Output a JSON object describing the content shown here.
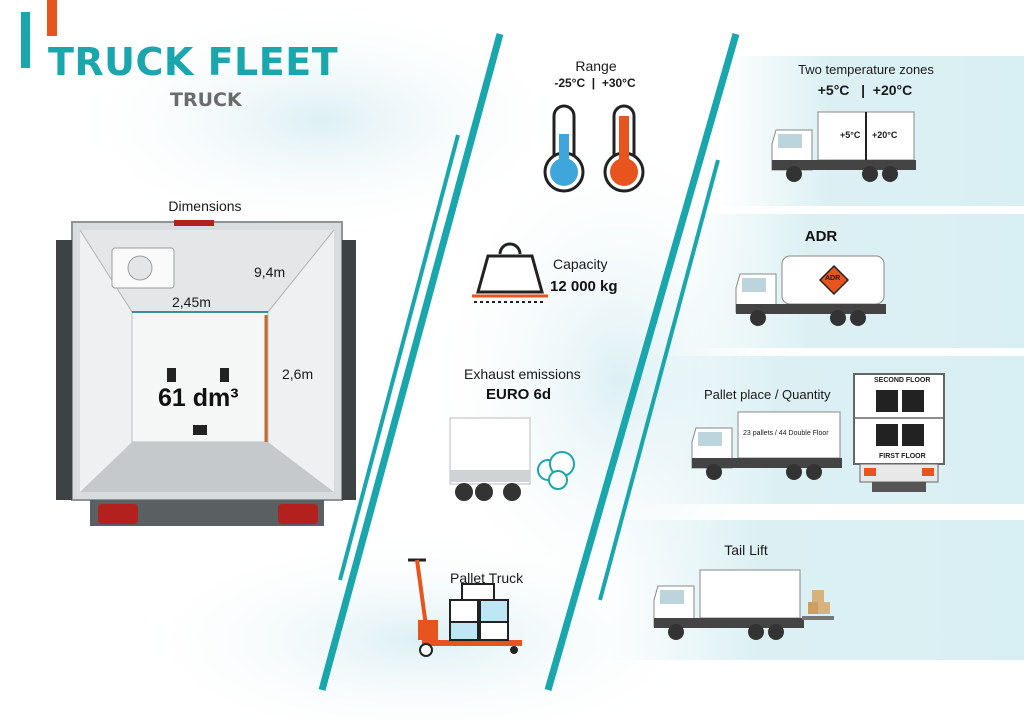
{
  "header": {
    "title": "TRUCK FLEET",
    "subtitle": "TRUCK"
  },
  "dimensions": {
    "label": "Dimensions",
    "length": "9,4m",
    "width": "2,45m",
    "height": "2,6m",
    "volume": "61 dm³"
  },
  "range": {
    "label": "Range",
    "values": "-25°C  |  +30°C"
  },
  "capacity": {
    "label": "Capacity",
    "value": "12 000 kg"
  },
  "emissions": {
    "label": "Exhaust emissions",
    "value": "EURO 6d"
  },
  "pallet_truck": {
    "label": "Pallet Truck"
  },
  "zones": {
    "label": "Two temperature zones",
    "values": "+5°C   |  +20°C",
    "box_left": "+5°C",
    "box_right": "+20°C"
  },
  "adr": {
    "label": "ADR",
    "sign": "ADR"
  },
  "pallets": {
    "label": "Pallet place / Quantity",
    "box_text": "23 pallets / 44 Double Floor",
    "second_floor": "SECOND FLOOR",
    "first_floor": "FIRST FLOOR"
  },
  "tail_lift": {
    "label": "Tail Lift"
  },
  "colors": {
    "accent": "#1aa6ad",
    "orange": "#e8541e",
    "blue": "#3fa6dc"
  }
}
